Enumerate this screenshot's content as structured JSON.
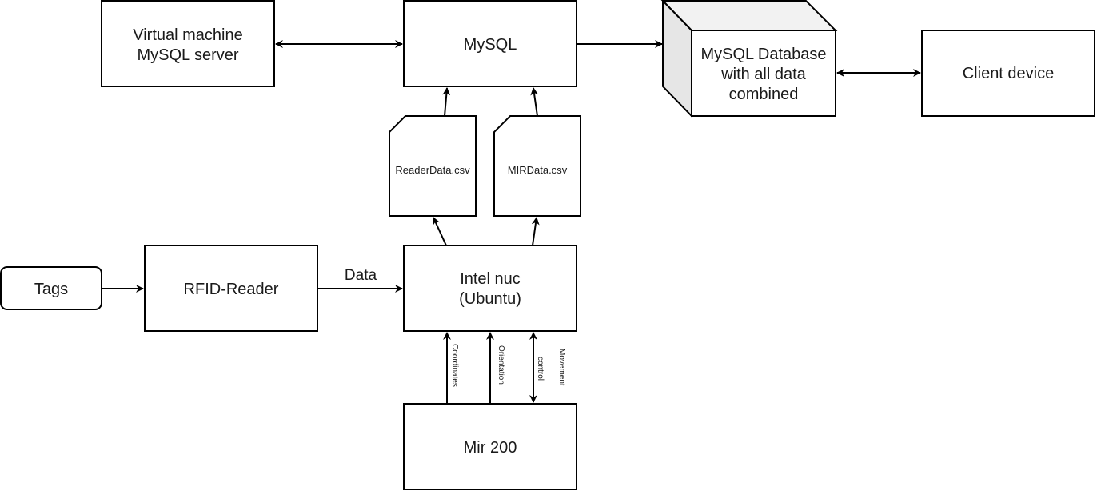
{
  "nodes": {
    "vm": {
      "line1": "Virtual machine",
      "line2": "MySQL server"
    },
    "mysql": {
      "label": "MySQL"
    },
    "database": {
      "line1": "MySQL Database",
      "line2": "with all data",
      "line3": "combined"
    },
    "client": {
      "label": "Client device"
    },
    "reader_csv": {
      "label": "ReaderData.csv"
    },
    "mir_csv": {
      "label": "MIRData.csv"
    },
    "tags": {
      "label": "Tags"
    },
    "rfid": {
      "label": "RFID-Reader"
    },
    "nuc": {
      "line1": "Intel nuc",
      "line2": "(Ubuntu)"
    },
    "mir200": {
      "label": "Mir 200"
    }
  },
  "edges": {
    "rfid_to_nuc": "Data",
    "coordinates": "Coordinates",
    "orientation": "Orientation",
    "movement_line1": "Movement",
    "movement_line2": "control"
  },
  "colors": {
    "stroke": "#000000",
    "fill": "#ffffff",
    "cube_side": "#e6e6e6",
    "cube_top": "#f2f2f2",
    "text": "#1a1a1a"
  }
}
